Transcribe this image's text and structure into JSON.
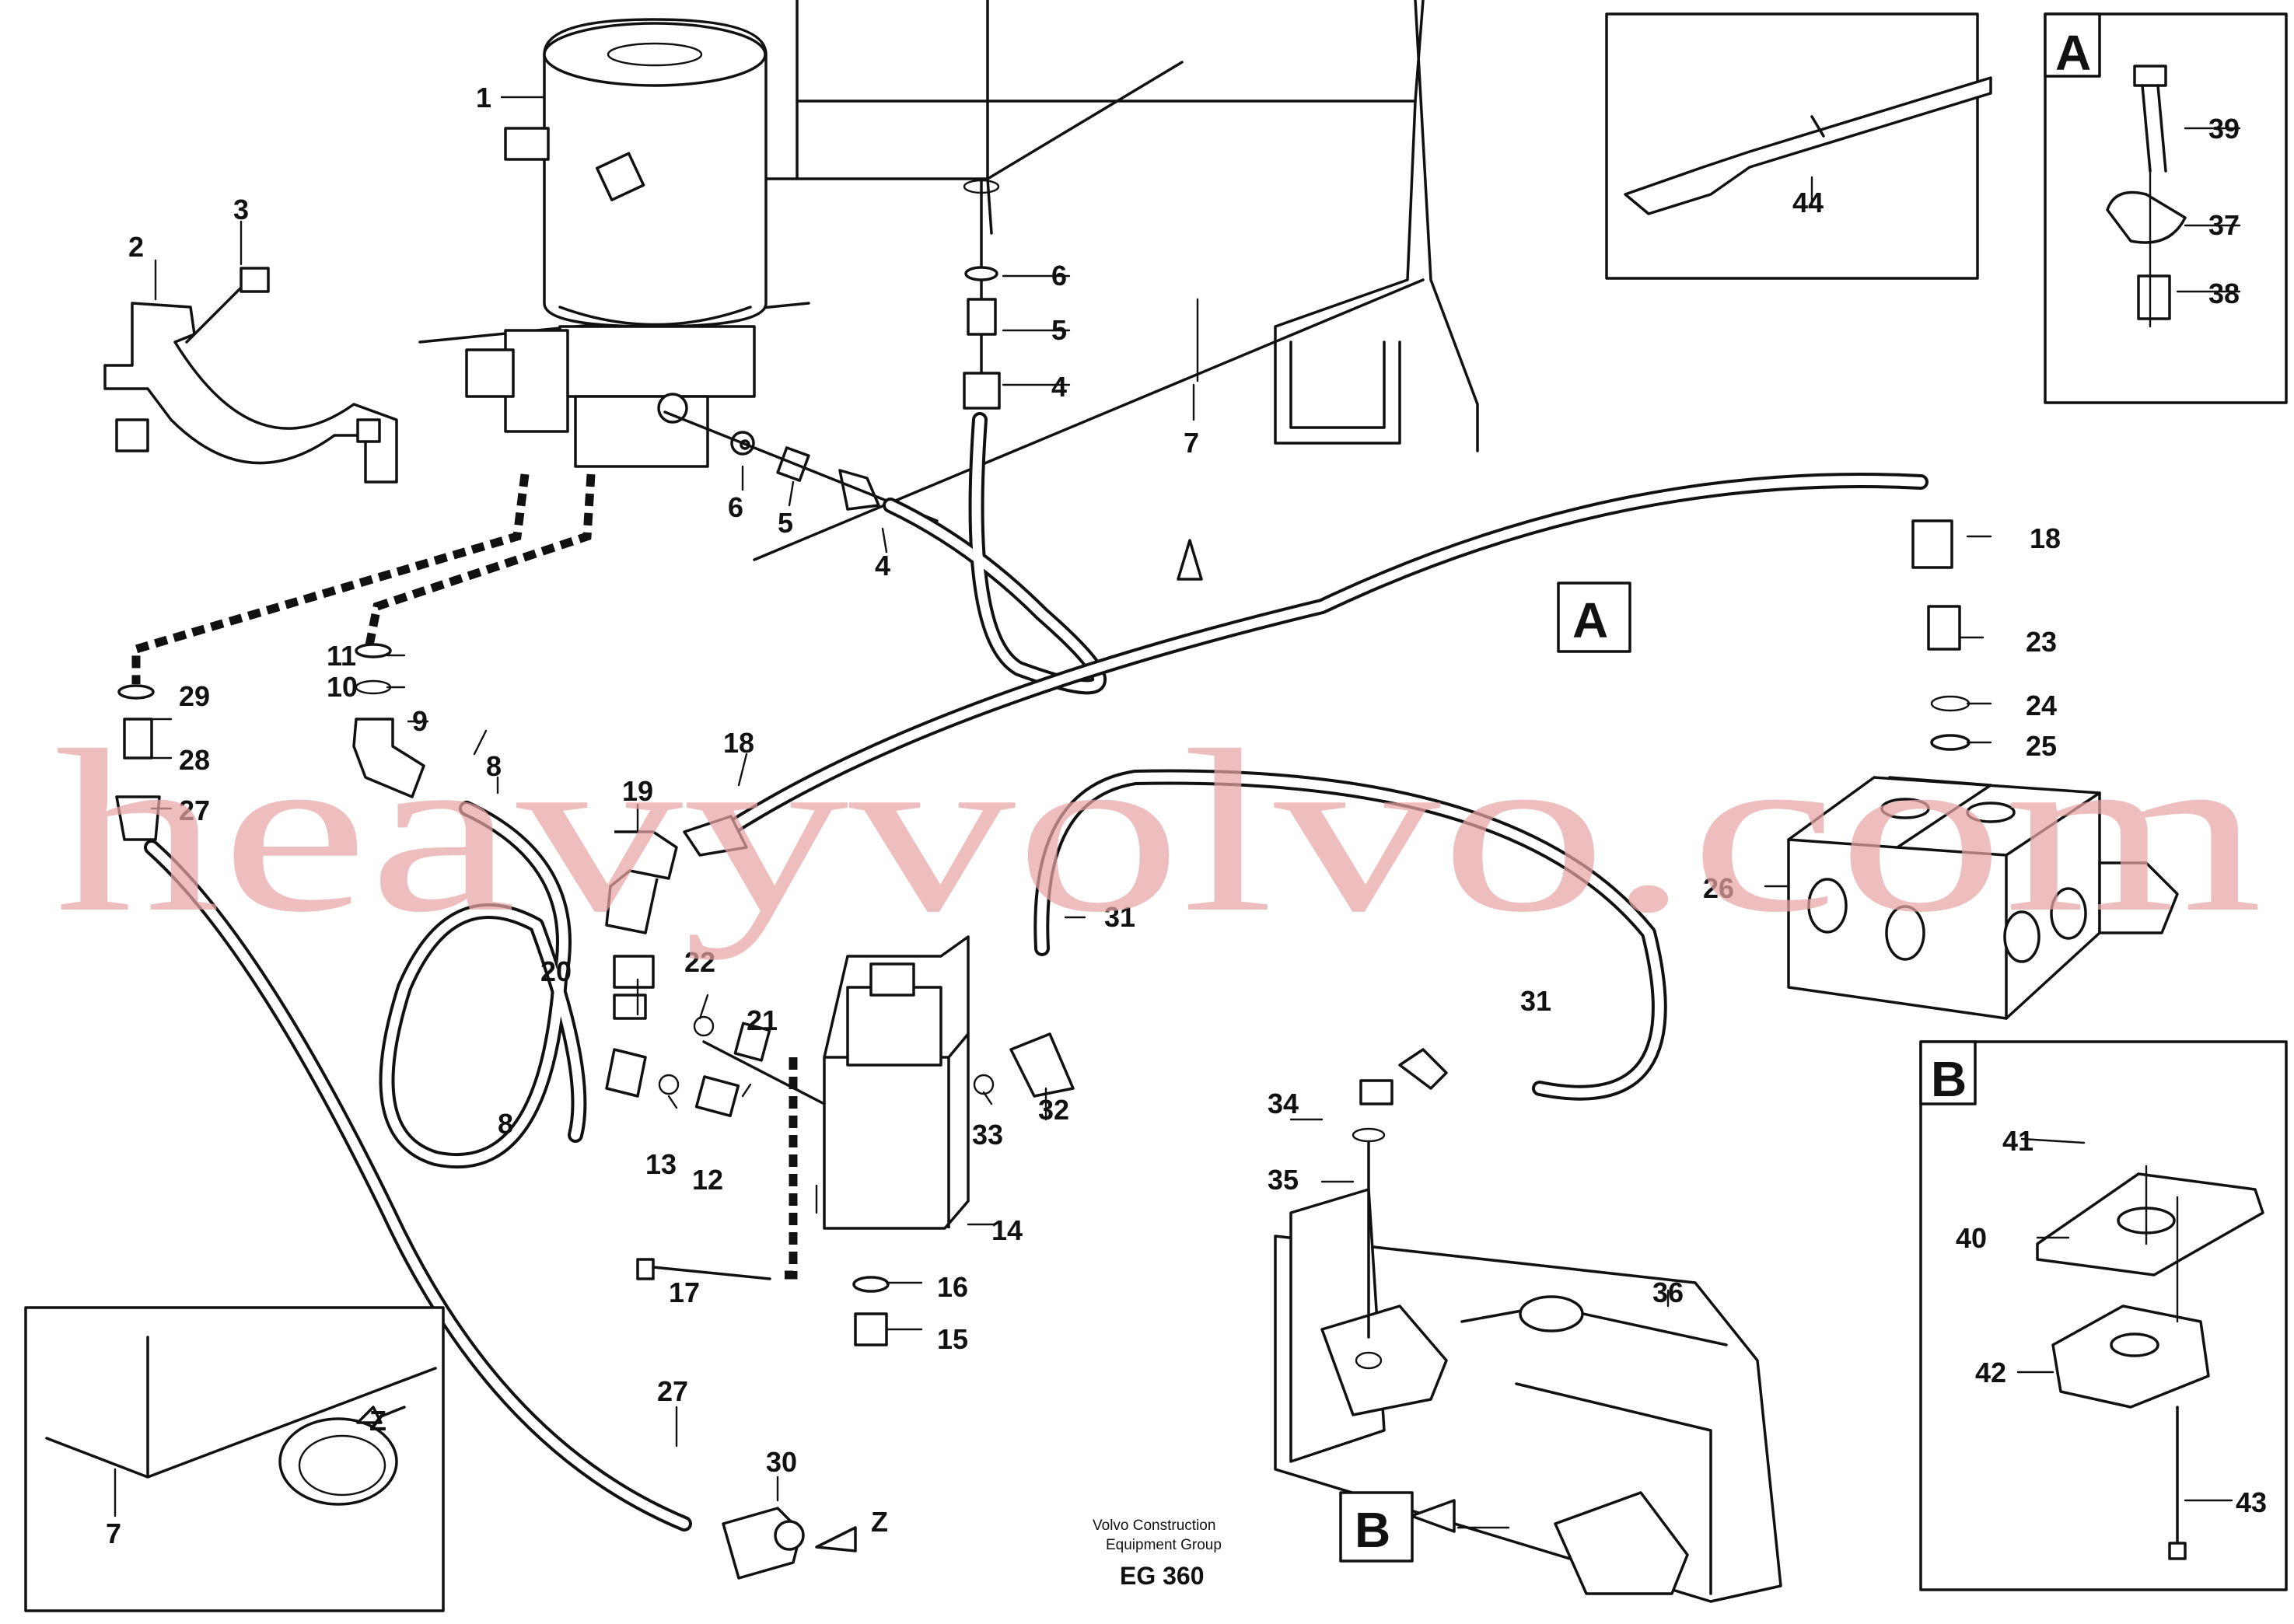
{
  "callouts": [
    "1",
    "2",
    "3",
    "4",
    "5",
    "6",
    "7",
    "8",
    "9",
    "10",
    "11",
    "12",
    "13",
    "14",
    "15",
    "16",
    "17",
    "18",
    "19",
    "20",
    "21",
    "22",
    "23",
    "24",
    "25",
    "26",
    "27",
    "28",
    "29",
    "30",
    "31",
    "32",
    "33",
    "34",
    "35",
    "36",
    "37",
    "38",
    "39",
    "40",
    "41",
    "42",
    "43",
    "44"
  ],
  "section_refs": {
    "a": "A",
    "b": "B"
  },
  "z_marker": "Z",
  "footer": {
    "company_line1": "Volvo Construction",
    "company_line2": "Equipment Group",
    "code": "EG 360"
  },
  "watermark": "heavyvolvo.com"
}
